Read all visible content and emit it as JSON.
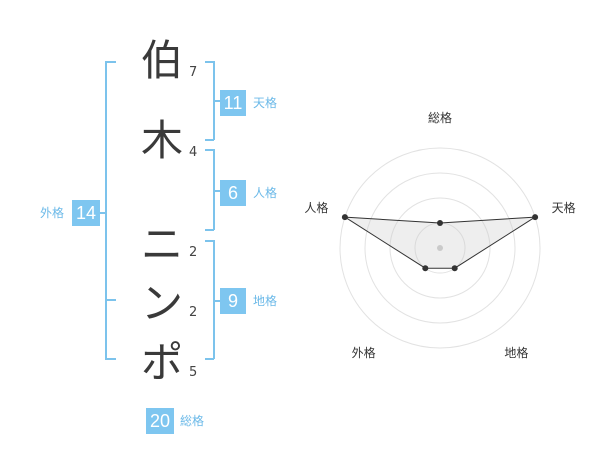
{
  "name": {
    "characters": [
      "伯",
      "木",
      "ニ",
      "ン",
      "ポ"
    ],
    "strokes": [
      "7",
      "4",
      "2",
      "2",
      "5"
    ]
  },
  "kakusu": {
    "tenkaku": {
      "value": "11",
      "label": "天格"
    },
    "jinkaku": {
      "value": "6",
      "label": "人格"
    },
    "chikaku": {
      "value": "9",
      "label": "地格"
    },
    "gaikaku": {
      "value": "14",
      "label": "外格"
    },
    "soukaku": {
      "value": "20",
      "label": "総格"
    }
  },
  "colors": {
    "accent": "#7ec6f0",
    "bracket": "#7cc3ec",
    "label": "#6bb9e8"
  },
  "chart_data": {
    "type": "radar",
    "axes": [
      "総格",
      "天格",
      "地格",
      "外格",
      "人格"
    ],
    "rings": 4,
    "max": 4,
    "values": [
      1,
      4,
      1,
      1,
      4
    ],
    "grid": true
  }
}
